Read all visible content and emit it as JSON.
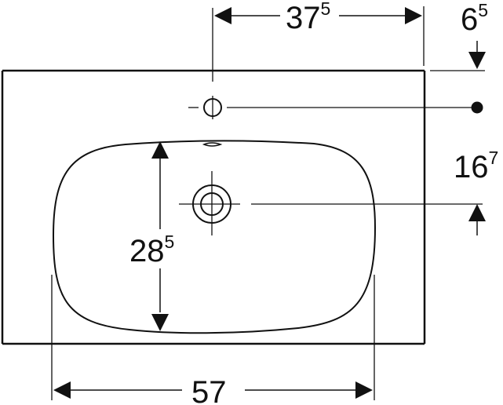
{
  "drawing": {
    "type": "washbasin-technical-drawing",
    "colors": {
      "line": "#111111",
      "background": "#ffffff"
    }
  },
  "dimensions": {
    "tap_hole_to_edge": {
      "main": "37",
      "sup": "5"
    },
    "back_offset": {
      "main": "6",
      "sup": "5"
    },
    "tap_to_drain": {
      "main": "16",
      "sup": "7"
    },
    "bowl_depth": {
      "main": "28",
      "sup": "5"
    },
    "bowl_width": {
      "main": "57",
      "sup": ""
    }
  }
}
